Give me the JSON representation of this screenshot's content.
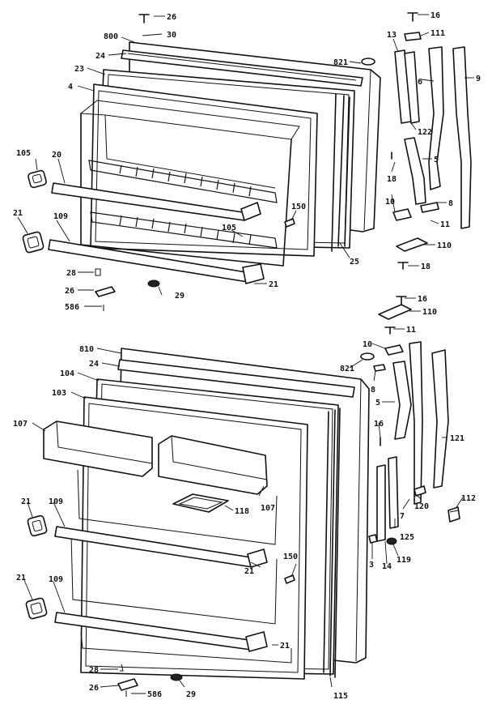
{
  "labels": {
    "upper": {
      "l26": "26",
      "l800": "800",
      "l30": "30",
      "l24": "24",
      "l23": "23",
      "l4": "4",
      "l821": "821",
      "l105a": "105",
      "l20": "20",
      "l21a": "21",
      "l109": "109",
      "l105b": "105",
      "l150": "150",
      "l25": "25",
      "l28": "28",
      "l26b": "26",
      "l586": "586",
      "l29": "29",
      "l21b": "21",
      "l16": "16",
      "l111": "111",
      "l13": "13",
      "l6": "6",
      "l9": "9",
      "l122": "122",
      "l18a": "18",
      "l5": "5",
      "l10": "10",
      "l8": "8",
      "l11": "11",
      "l110": "110",
      "l18b": "18"
    },
    "lower": {
      "l16": "16",
      "l110": "110",
      "l11": "11",
      "l810": "810",
      "l24": "24",
      "l821": "821",
      "l10": "10",
      "l104": "104",
      "l8": "8",
      "l103": "103",
      "l5": "5",
      "l107a": "107",
      "l16b": "16",
      "l121": "121",
      "l21a": "21",
      "l109a": "109",
      "l118": "118",
      "l107b": "107",
      "l120": "120",
      "l112": "112",
      "l7": "7",
      "l125": "125",
      "l150": "150",
      "l3": "3",
      "l14": "14",
      "l119": "119",
      "l21b": "21",
      "l21c": "21",
      "l109b": "109",
      "l21d": "21",
      "l28": "28",
      "l26": "26",
      "l586": "586",
      "l29": "29",
      "l115": "115"
    }
  }
}
